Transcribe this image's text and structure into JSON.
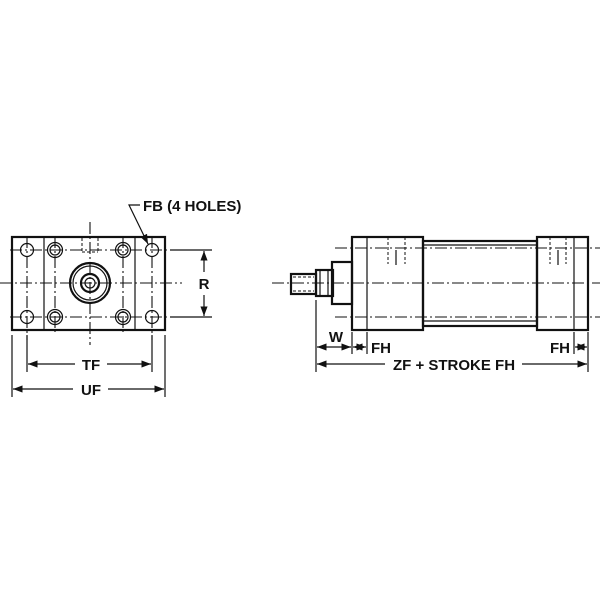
{
  "labels": {
    "fb": "FB (4 HOLES)",
    "r": "R",
    "tf": "TF",
    "uf": "UF",
    "w": "W",
    "fh_front": "FH",
    "fh_rear": "FH",
    "zf": "ZF + STROKE FH"
  }
}
